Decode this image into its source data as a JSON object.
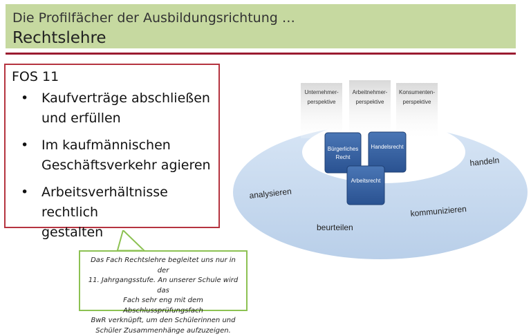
{
  "header": {
    "title_line1": "Die Profilfächer der Ausbildungsrichtung …",
    "title_line2": "Rechtslehre"
  },
  "content": {
    "heading": "FOS 11",
    "bullets": [
      {
        "line1": "Kaufverträge abschließen",
        "line2": "und erfüllen"
      },
      {
        "line1": "Im kaufmännischen",
        "line2": "Geschäftsverkehr agieren"
      },
      {
        "line1": "Arbeitsverhältnisse rechtlich",
        "line2": "gestalten"
      }
    ]
  },
  "callout": {
    "lines": [
      "Das Fach Rechtslehre begleitet uns nur in der",
      "11. Jahrgangsstufe. An unserer Schule wird das",
      "Fach sehr eng mit dem Abschlussprüfungsfach",
      "BwR verknüpft, um den Schülerinnen und",
      "Schüler Zusammenhänge aufzuzeigen."
    ]
  },
  "diagram": {
    "perspectives": [
      {
        "line1": "Unternehmer-",
        "line2": "perspektive"
      },
      {
        "line1": "Arbeitnehmer-",
        "line2": "perspektive"
      },
      {
        "line1": "Konsumenten-",
        "line2": "perspektive"
      }
    ],
    "law_boxes": [
      {
        "line1": "Bürgerliches",
        "line2": "Recht"
      },
      {
        "line1": "Handelsrecht"
      },
      {
        "line1": "Arbeitsrecht"
      }
    ],
    "activities": [
      "analysieren",
      "beurteilen",
      "kommunizieren",
      "handeln"
    ]
  },
  "colors": {
    "title_bg": "#c6d9a0",
    "rule": "#9b1b30",
    "box_border": "#b5333f",
    "callout_border": "#8cc152",
    "ring": "#c9dbf0",
    "law_box": "#2f5b9a"
  }
}
